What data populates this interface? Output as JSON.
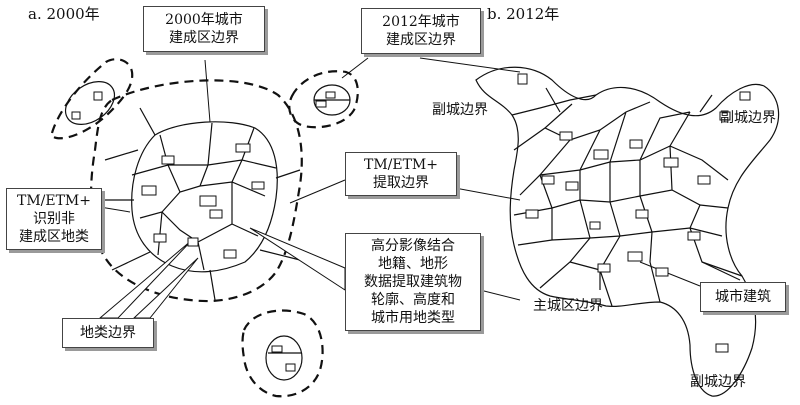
{
  "panels": {
    "a": "a. 2000年",
    "b": "b. 2012年"
  },
  "callouts": {
    "boundary_2000": [
      "2000年城市",
      "建成区边界"
    ],
    "boundary_2012": [
      "2012年城市",
      "建成区边界"
    ],
    "tm_extract": [
      "TM/ETM+",
      "提取边界"
    ],
    "tm_identify": [
      "TM/ETM+",
      "识别非",
      "建成区地类"
    ],
    "hires": [
      "高分影像结合",
      "地籍、地形",
      "数据提取建筑物",
      "轮廓、高度和",
      "城市用地类型"
    ],
    "landclass": [
      "地类边界"
    ],
    "building": [
      "城市建筑"
    ]
  },
  "labels": {
    "sub_boundary_top": "副城边界",
    "sub_boundary_right": "副城边界",
    "main_boundary": "主城区边界",
    "sub_boundary_bottom": "副城边界"
  }
}
